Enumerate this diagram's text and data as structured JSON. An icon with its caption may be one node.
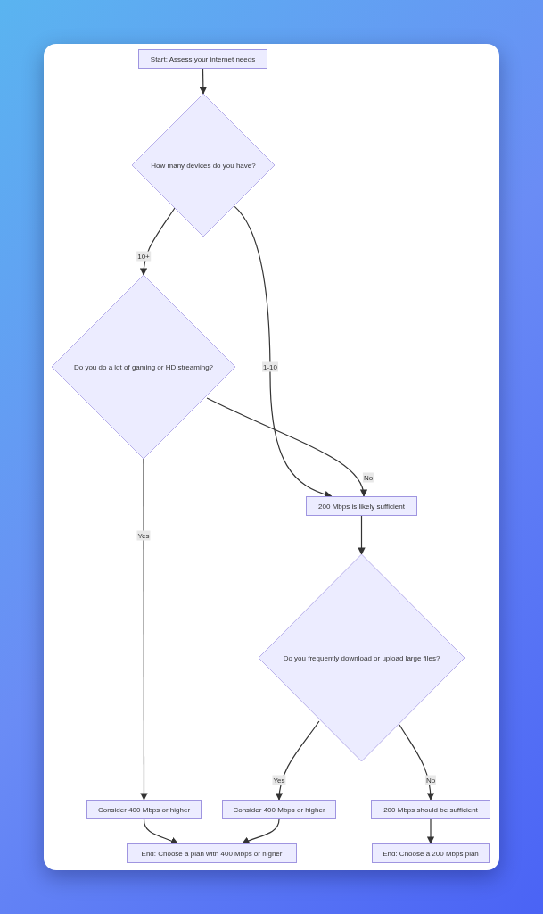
{
  "diagram": {
    "nodes": [
      {
        "text": [
          "Start: Assess your internet needs"
        ]
      },
      {
        "text": [
          "How many devices do you have?"
        ]
      },
      {
        "text": [
          "Do you do a lot of gaming or HD streaming?"
        ]
      },
      {
        "text": [
          "200 Mbps is likely sufficient"
        ]
      },
      {
        "text": [
          "Do you frequently download or upload large files?"
        ]
      },
      {
        "text": [
          "Consider 400 Mbps or higher"
        ]
      },
      {
        "text": [
          "Consider 400 Mbps or higher"
        ]
      },
      {
        "text": [
          "200 Mbps should be sufficient"
        ]
      },
      {
        "text": [
          "End: Choose a plan with 400 Mbps or higher"
        ]
      },
      {
        "text": [
          "End: Choose a 200 Mbps plan"
        ]
      }
    ],
    "edges": [
      {
        "from": 0,
        "to": 1,
        "arrow": "to"
      },
      {
        "from": 1,
        "to": 2,
        "label": "10+",
        "arrow": "to"
      },
      {
        "from": 1,
        "to": 3,
        "label": "1-10",
        "arrow": "to"
      },
      {
        "from": 2,
        "to": 3,
        "label": "No",
        "arrow": "to"
      },
      {
        "from": 2,
        "to": 5,
        "label": "Yes",
        "arrow": "to"
      },
      {
        "from": 3,
        "to": 4,
        "arrow": "to"
      },
      {
        "from": 4,
        "to": 6,
        "label": "Yes",
        "arrow": "to"
      },
      {
        "from": 4,
        "to": 7,
        "label": "No",
        "arrow": "to"
      },
      {
        "from": 5,
        "to": 8,
        "arrow": "to"
      },
      {
        "from": 6,
        "to": 8,
        "arrow": "to"
      },
      {
        "from": 7,
        "to": 9,
        "arrow": "to"
      }
    ]
  }
}
